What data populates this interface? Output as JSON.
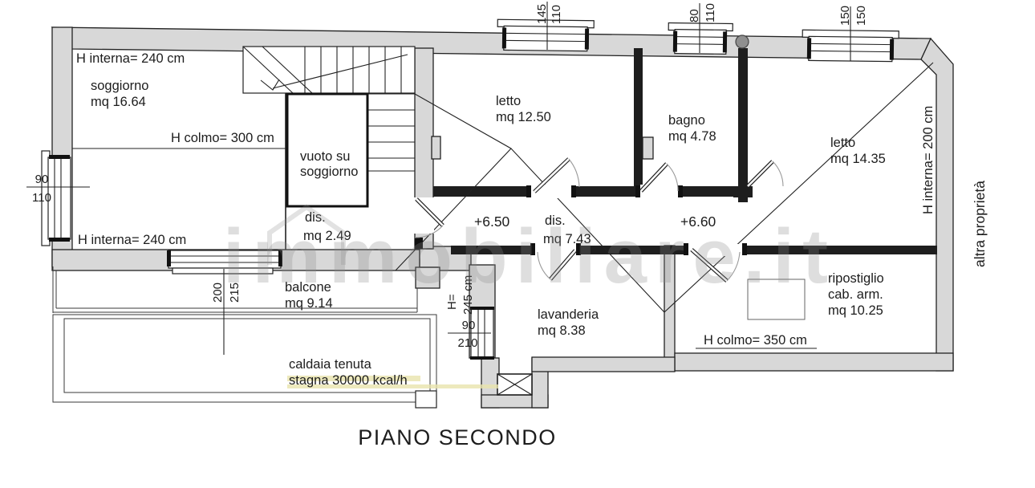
{
  "fp": {
    "title": "PIANO SECONDO",
    "watermark": "immobiliare.it",
    "rooms": {
      "soggiorno": {
        "name": "soggiorno",
        "area": "mq 16.64"
      },
      "letto1": {
        "name": "letto",
        "area": "mq 12.50"
      },
      "bagno": {
        "name": "bagno",
        "area": "mq 4.78"
      },
      "letto2": {
        "name": "letto",
        "area": "mq 14.35"
      },
      "dis1": {
        "name": "dis.",
        "area": "mq 2.49"
      },
      "dis2": {
        "name": "dis.",
        "area": "mq 7.43"
      },
      "balcone": {
        "name": "balcone",
        "area": "mq 9.14"
      },
      "lavanderia": {
        "name": "lavanderia",
        "area": "mq 8.38"
      },
      "ripostiglio": {
        "name": "ripostiglio",
        "line2": "cab. arm.",
        "area": "mq 10.25"
      },
      "vuoto": {
        "line1": "vuoto su",
        "line2": "soggiorno"
      }
    },
    "heights": {
      "h_interna_240_top": "H interna= 240 cm",
      "h_interna_240_bottom": "H interna= 240 cm",
      "h_colmo_300": "H colmo= 300 cm",
      "h_colmo_350": "H colmo= 350 cm",
      "h_interna_200": "H interna= 200 cm",
      "h_eq": "H=",
      "h_245": "245 cm"
    },
    "levels": {
      "l1": "+6.50",
      "l2": "+6.60"
    },
    "annotations": {
      "altra_proprieta": "altra proprietà",
      "caldaia_1": "caldaia tenuta",
      "caldaia_2": "stagna 30000 kcal/h"
    },
    "dims": {
      "w145_110": {
        "a": "145",
        "b": "110"
      },
      "w80_110": {
        "a": "80",
        "b": "110"
      },
      "w150_150": {
        "a": "150",
        "b": "150"
      },
      "w90_110": {
        "a": "90",
        "b": "110"
      },
      "w200_215": {
        "a": "200",
        "b": "215"
      },
      "w90_210": {
        "a": "90",
        "b": "210"
      }
    }
  }
}
